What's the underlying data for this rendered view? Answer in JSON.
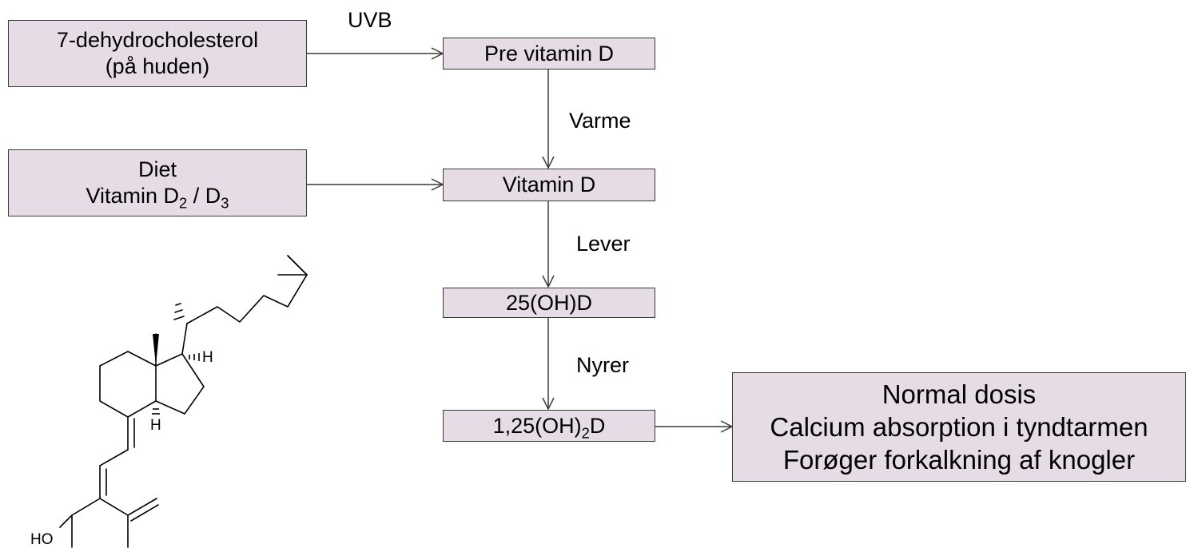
{
  "boxes": {
    "dehydro": {
      "line1": "7-dehydrocholesterol",
      "line2": "(på huden)"
    },
    "pre_vitamin_d": {
      "label": "Pre vitamin D"
    },
    "diet": {
      "line1": "Diet",
      "line2_main": "Vitamin D",
      "line2_sub1": "2",
      "line2_mid": " / D",
      "line2_sub2": "3"
    },
    "vitamin_d": {
      "label": "Vitamin D"
    },
    "hydroxy_d": {
      "label": "25(OH)D"
    },
    "dihydroxy_d": {
      "main": "1,25(OH)",
      "sub": "2",
      "end": "D"
    },
    "effects": {
      "line1": "Normal dosis",
      "line2": "Calcium absorption i tyndtarmen",
      "line3": "Forøger forkalkning af knogler"
    }
  },
  "edge_labels": {
    "uvb": "UVB",
    "varme": "Varme",
    "lever": "Lever",
    "nyrer": "Nyrer"
  },
  "molecule_labels": {
    "h_top": "H",
    "h_bottom": "H",
    "ho": "HO"
  },
  "colors": {
    "box_fill": "#e6dce6",
    "box_border": "#3a3a3a",
    "arrow": "#3a3a3a"
  }
}
